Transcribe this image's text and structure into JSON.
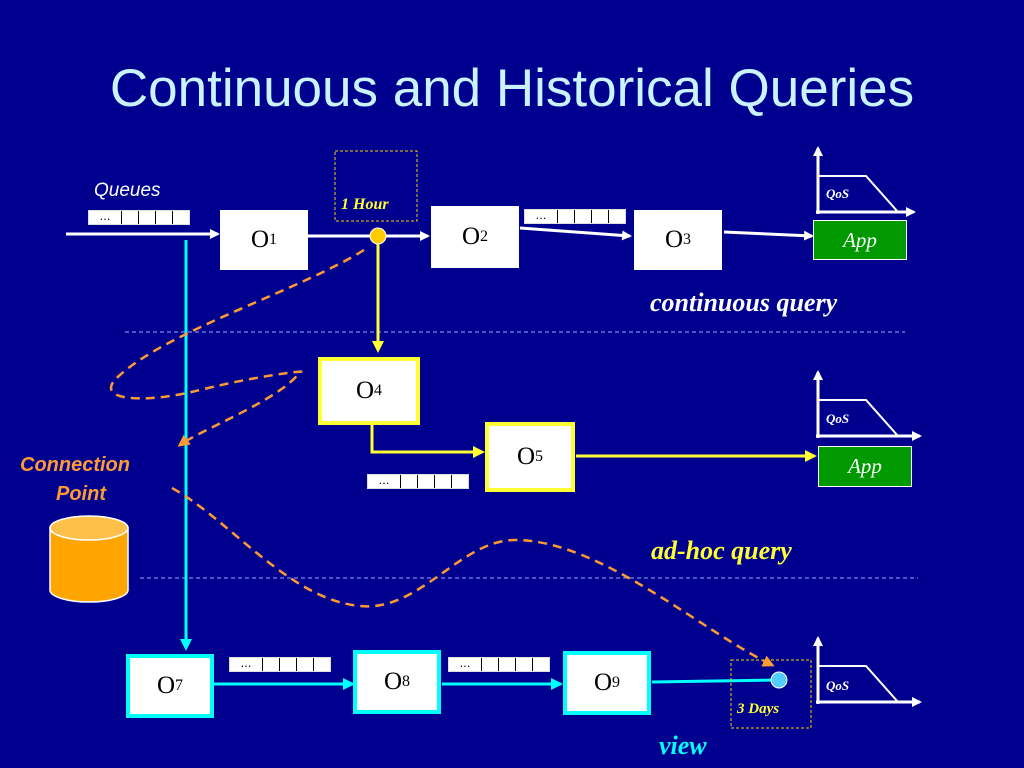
{
  "slide": {
    "title": "Continuous and Historical Queries",
    "queues_label": "Queues",
    "connection_point_label_line1": "Connection",
    "connection_point_label_line2": "Point",
    "window_1_hour": "1 Hour",
    "window_3_days": "3 Days",
    "continuous_query_label": "continuous query",
    "adhoc_query_label": "ad-hoc query",
    "view_label": "view",
    "qos_label": "QoS",
    "app_label": "App",
    "queue_ellipsis": "…",
    "operators": [
      {
        "letter": "O",
        "index": "1"
      },
      {
        "letter": "O",
        "index": "2"
      },
      {
        "letter": "O",
        "index": "3"
      },
      {
        "letter": "O",
        "index": "4"
      },
      {
        "letter": "O",
        "index": "5"
      },
      {
        "letter": "O",
        "index": "7"
      },
      {
        "letter": "O",
        "index": "8"
      },
      {
        "letter": "O",
        "index": "9"
      }
    ]
  },
  "colors": {
    "background": "#00008f",
    "title": "#c9f4ff",
    "continuous_path": "#ffffff",
    "adhoc_path": "#ffff33",
    "view_path": "#00ffff",
    "connection_link": "#ff9933",
    "app_box": "#009a00",
    "database": "#ffa500"
  },
  "icons": {
    "database": "cylinder-database-icon",
    "qos_graph": "qos-curve-icon",
    "connection_point": "circle-node-icon"
  }
}
